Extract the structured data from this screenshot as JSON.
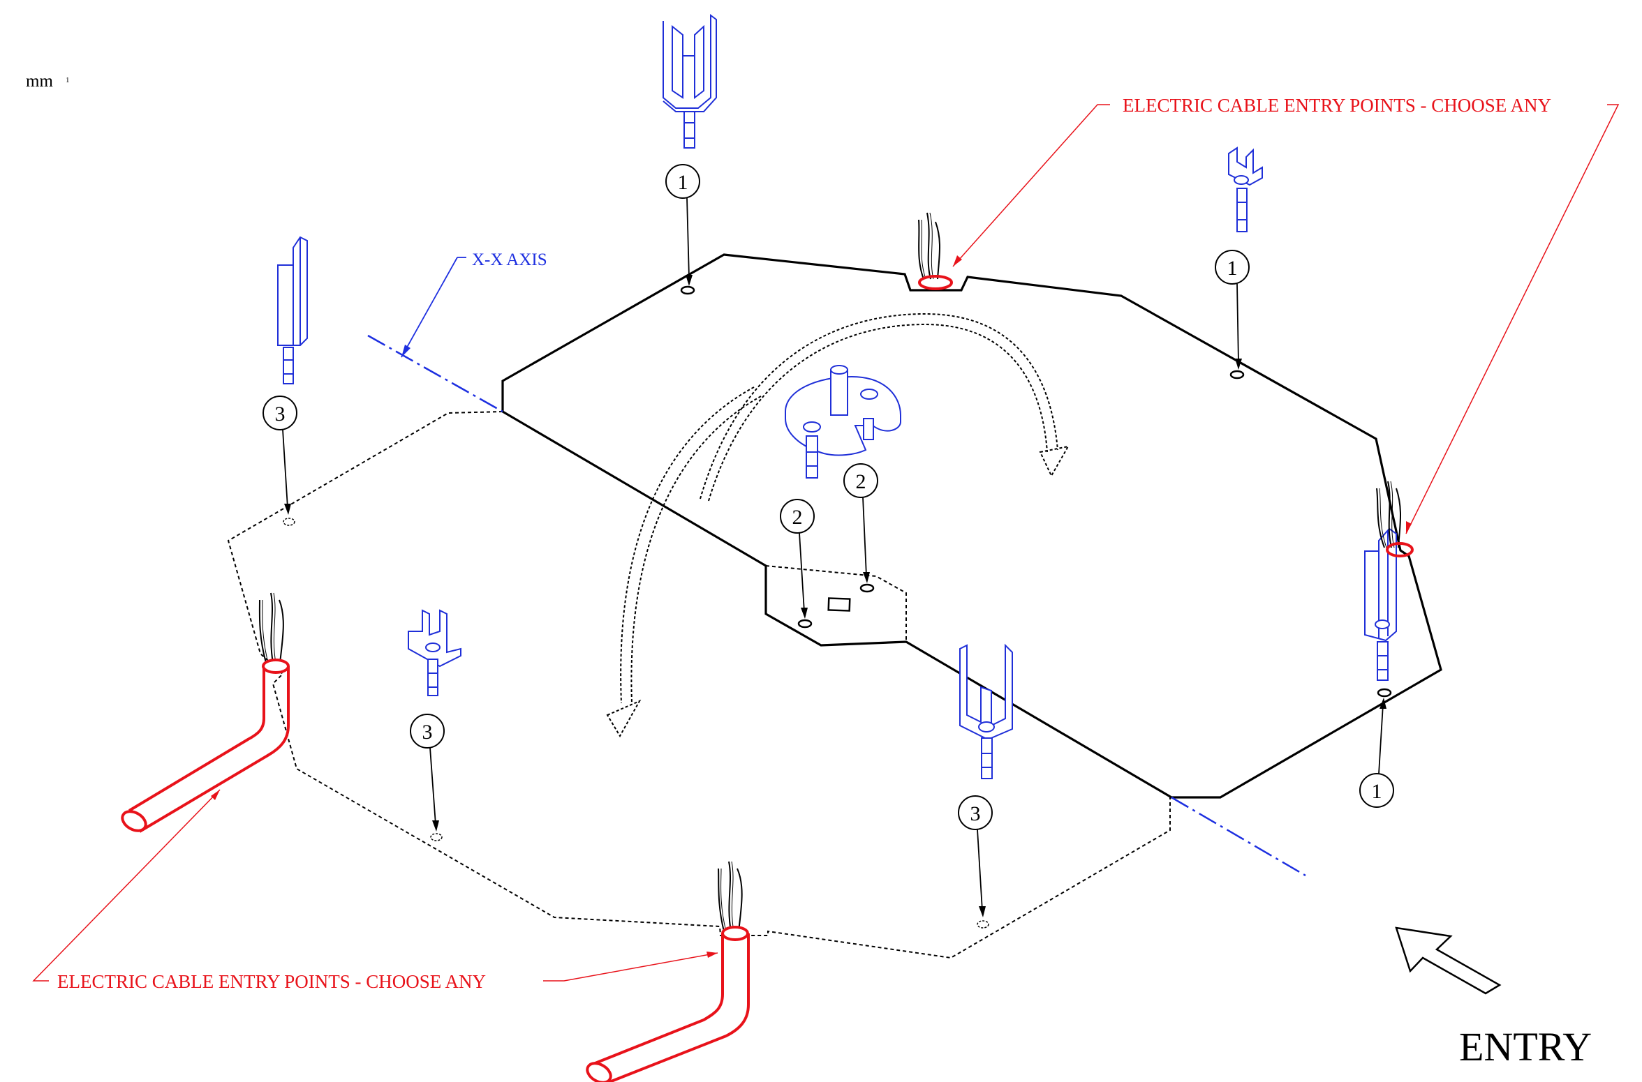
{
  "units_label": "mm",
  "units_sup": "1",
  "axis_label": "X-X AXIS",
  "cable_entry_label_top": "ELECTRIC CABLE ENTRY POINTS - CHOOSE ANY",
  "cable_entry_label_bottom": "ELECTRIC CABLE ENTRY POINTS - CHOOSE ANY",
  "entry_label": "ENTRY",
  "balloons": {
    "b1_top": "1",
    "b1_right_upper": "1",
    "b1_right_lower": "1",
    "b2_center": "2",
    "b2_left": "2",
    "b3_upper_left": "3",
    "b3_left": "3",
    "b3_bottom": "3"
  },
  "colors": {
    "outline": "#000000",
    "part": "#1f2fd8",
    "cable": "#e8121a",
    "axis": "#1d2fe0"
  }
}
